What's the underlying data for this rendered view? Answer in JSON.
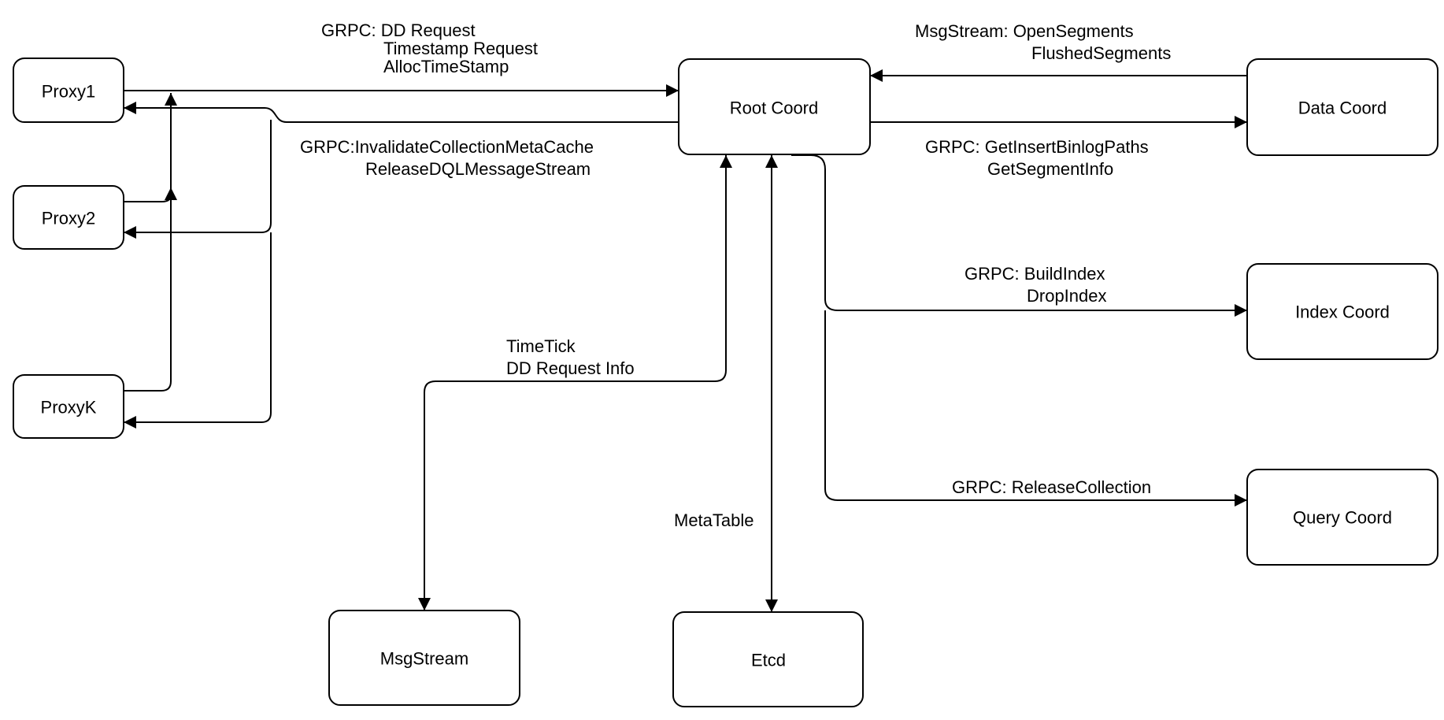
{
  "diagram": {
    "background": "#ffffff",
    "stroke_color": "#000000",
    "text_color": "#000000",
    "nodes": {
      "proxy1": "Proxy1",
      "proxy2": "Proxy2",
      "proxyk": "ProxyK",
      "root_coord": "Root Coord",
      "data_coord": "Data Coord",
      "index_coord": "Index Coord",
      "query_coord": "Query Coord",
      "msgstream": "MsgStream",
      "etcd": "Etcd"
    },
    "edge_labels": {
      "proxies_to_root": [
        "GRPC: DD Request",
        "Timestamp Request",
        "AllocTimeStamp"
      ],
      "root_to_proxies": [
        "GRPC:InvalidateCollectionMetaCache",
        "ReleaseDQLMessageStream"
      ],
      "data_to_root": [
        "MsgStream: OpenSegments",
        "FlushedSegments"
      ],
      "root_to_data": [
        "GRPC: GetInsertBinlogPaths",
        "GetSegmentInfo"
      ],
      "root_to_index": [
        "GRPC: BuildIndex",
        "DropIndex"
      ],
      "root_to_query": "GRPC: ReleaseCollection",
      "root_to_msgstream": [
        "TimeTick",
        "DD Request Info"
      ],
      "root_to_etcd": "MetaTable"
    }
  }
}
